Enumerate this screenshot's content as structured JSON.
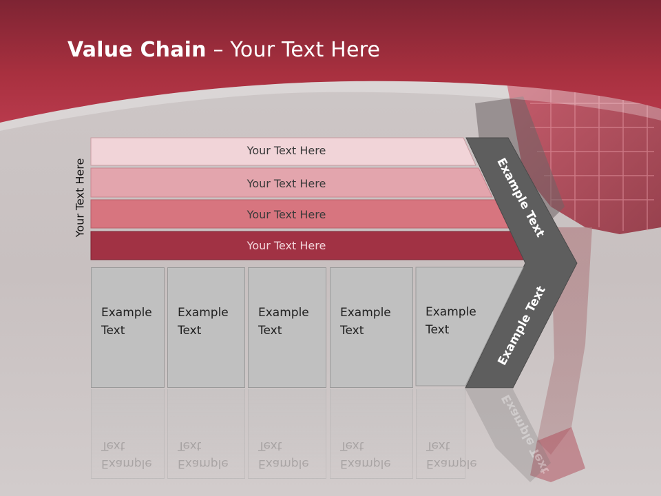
{
  "title": {
    "bold": "Value Chain",
    "rest": " – Your Text Here"
  },
  "side_label": "Your Text Here",
  "bars": [
    {
      "label": "Your Text Here",
      "color": "#f1d4d8"
    },
    {
      "label": "Your Text Here",
      "color": "#e3a5ad"
    },
    {
      "label": "Your Text Here",
      "color": "#d7757f"
    },
    {
      "label": "Your Text Here",
      "color": "#a13244"
    }
  ],
  "cards": [
    {
      "line1": "Example",
      "line2": "Text"
    },
    {
      "line1": "Example",
      "line2": "Text"
    },
    {
      "line1": "Example",
      "line2": "Text"
    },
    {
      "line1": "Example",
      "line2": "Text"
    },
    {
      "line1": "Example",
      "line2": "Text"
    }
  ],
  "chevron": {
    "upper": "Example Text",
    "lower": "Example Text",
    "color": "#5e5e5e"
  },
  "colors": {
    "header": "#a62e42",
    "accent": "#b83a4c"
  }
}
